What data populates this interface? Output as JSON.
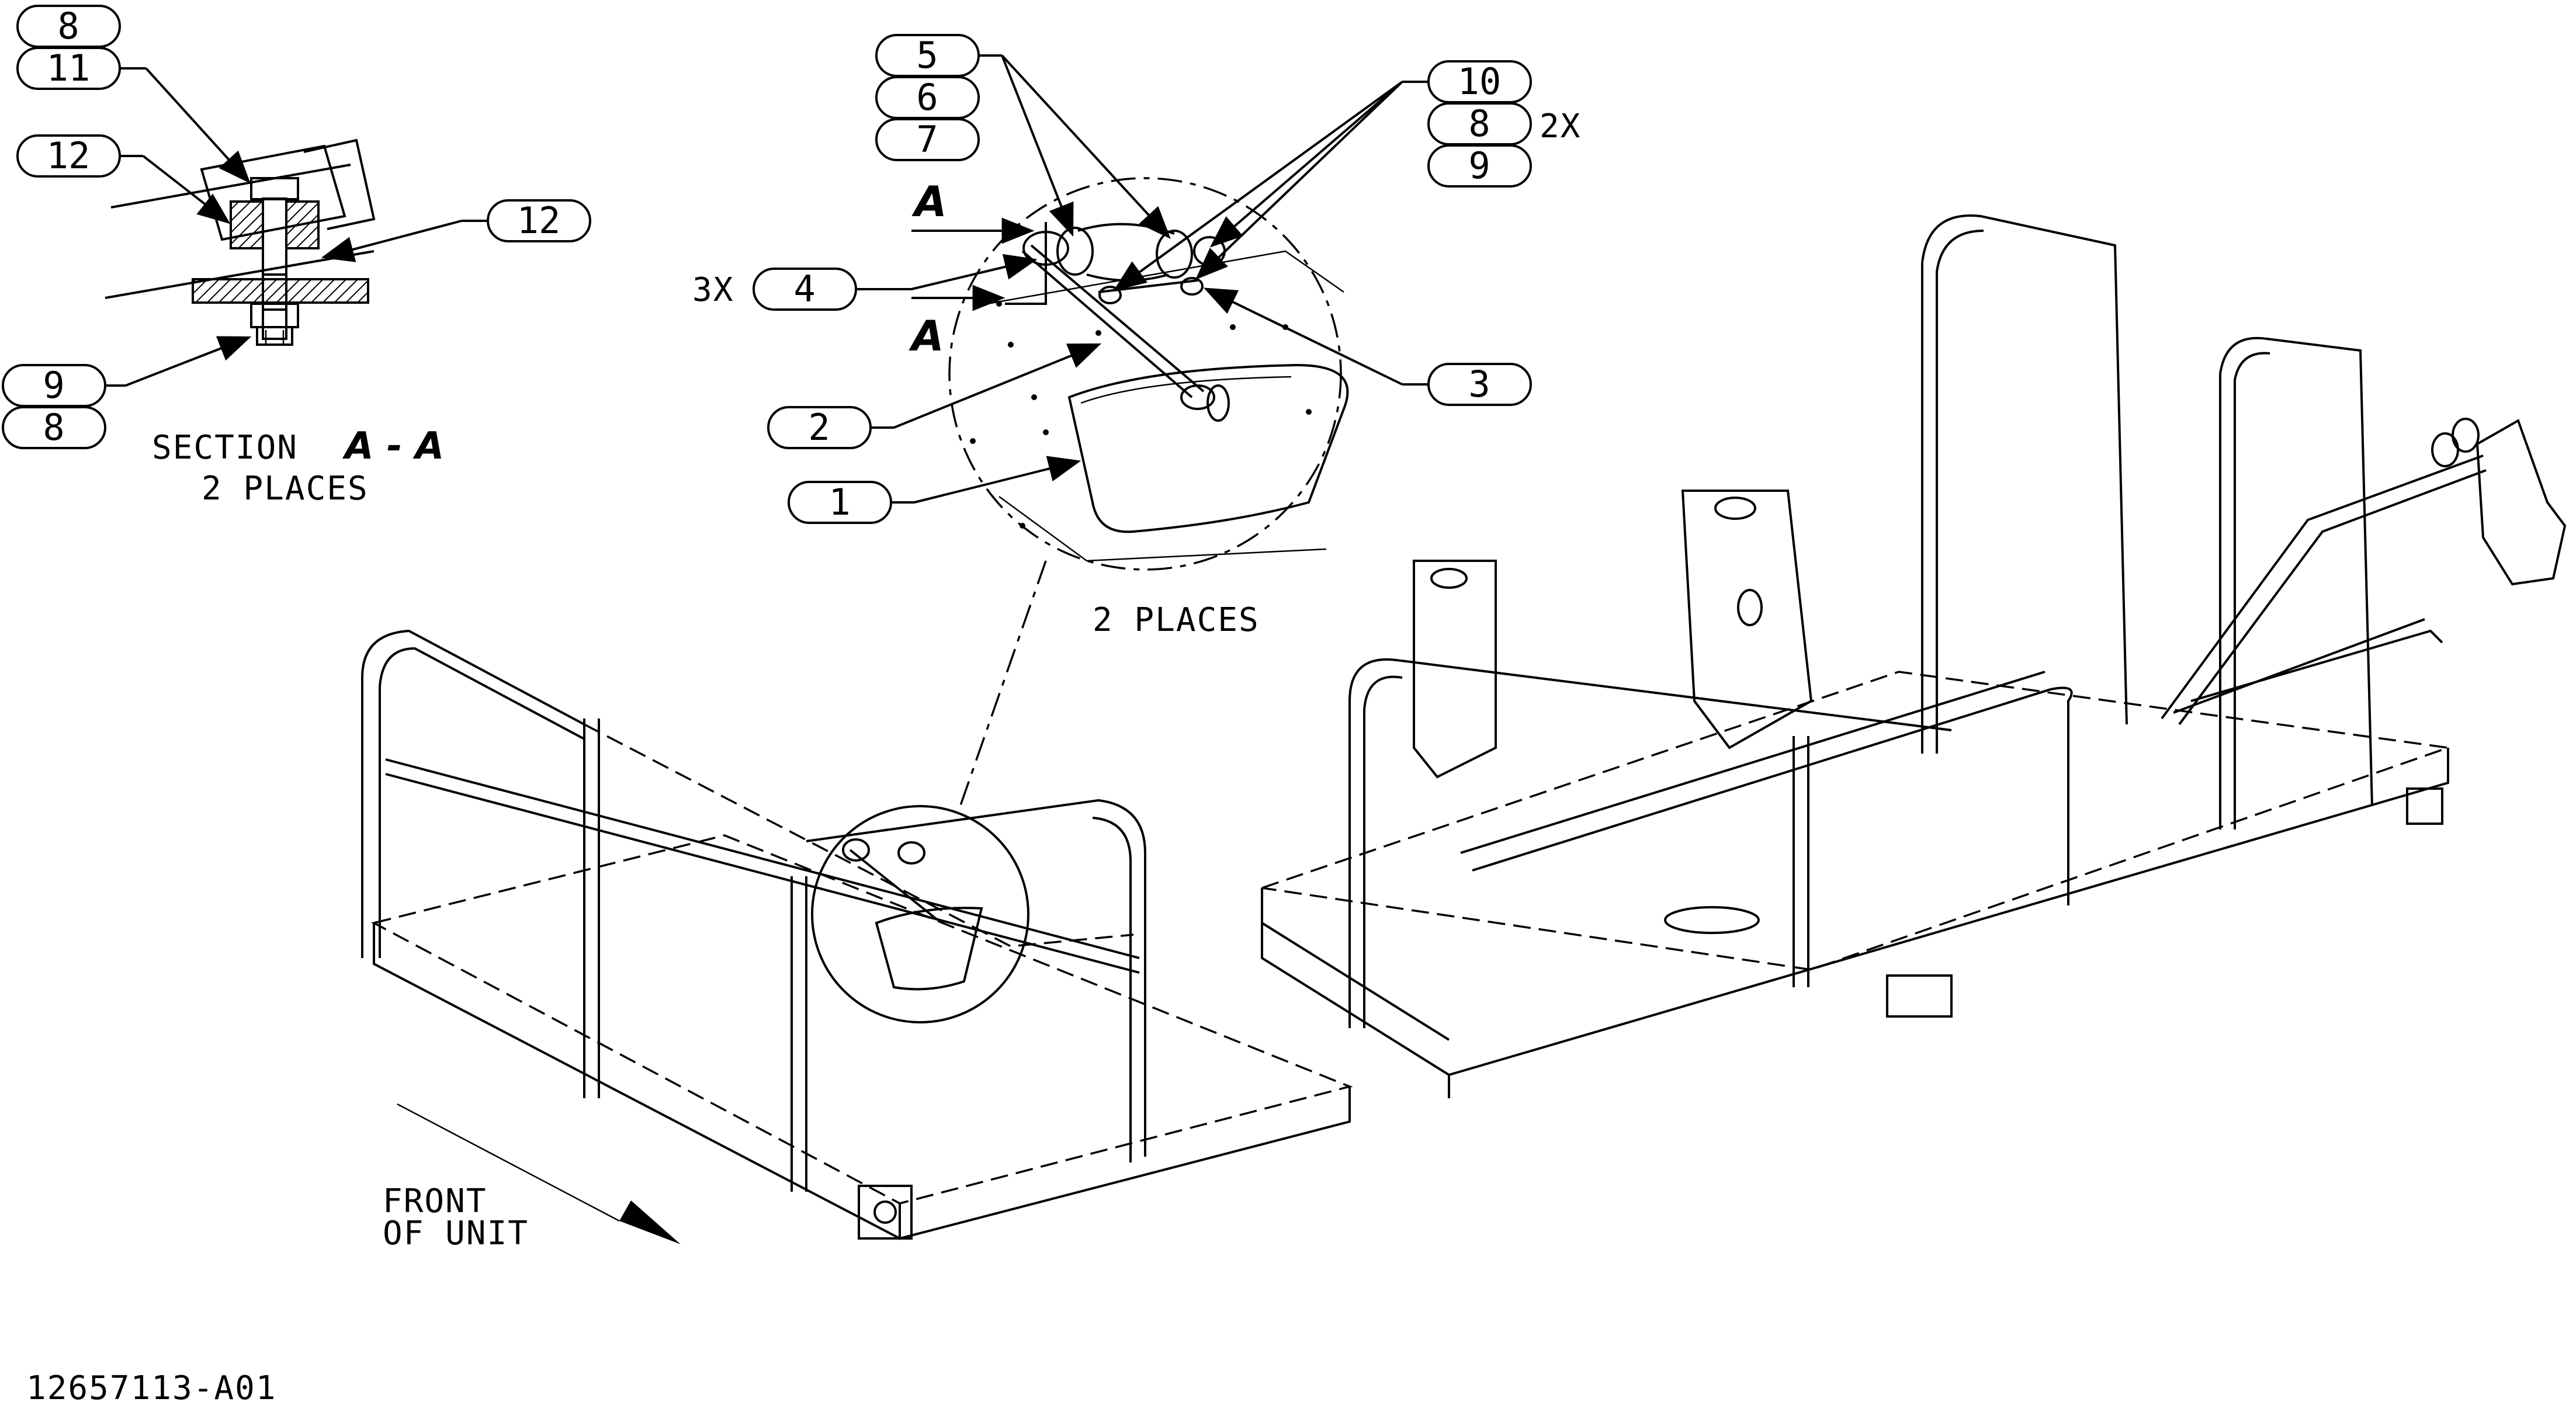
{
  "drawing_number": "12657113-A01",
  "section": {
    "title": "SECTION",
    "designator": "A - A",
    "places": "2 PLACES"
  },
  "detail_places": "2 PLACES",
  "front_note": {
    "line1": "FRONT",
    "line2": "OF UNIT"
  },
  "cut_letter": "A",
  "multipliers": {
    "m3x": "3X",
    "m2x": "2X"
  },
  "balloons": {
    "b8_top": "8",
    "b11": "11",
    "b12_left": "12",
    "b12_right": "12",
    "b9": "9",
    "b8_bottom": "8",
    "b5": "5",
    "b6": "6",
    "b7": "7",
    "b10": "10",
    "b8_mid": "8",
    "b9_mid": "9",
    "b4": "4",
    "b3": "3",
    "b2": "2",
    "b1": "1"
  }
}
